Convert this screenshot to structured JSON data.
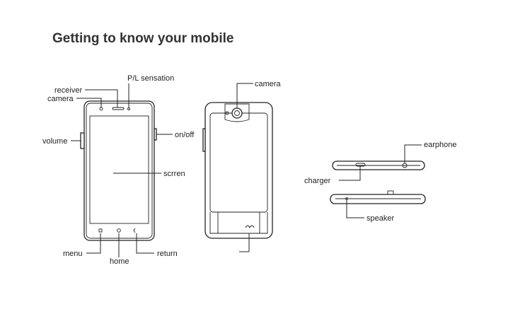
{
  "title": "Getting to know your mobile",
  "labels": {
    "receiver": "receiver",
    "front_camera": "camera",
    "pl_sensation": "P/L sensation",
    "volume": "volume",
    "on_off": "on/off",
    "screen": "scrren",
    "menu": "menu",
    "home": "home",
    "return": "return",
    "back_camera": "camera",
    "earphone": "earphone",
    "charger": "charger",
    "speaker": "speaker"
  }
}
